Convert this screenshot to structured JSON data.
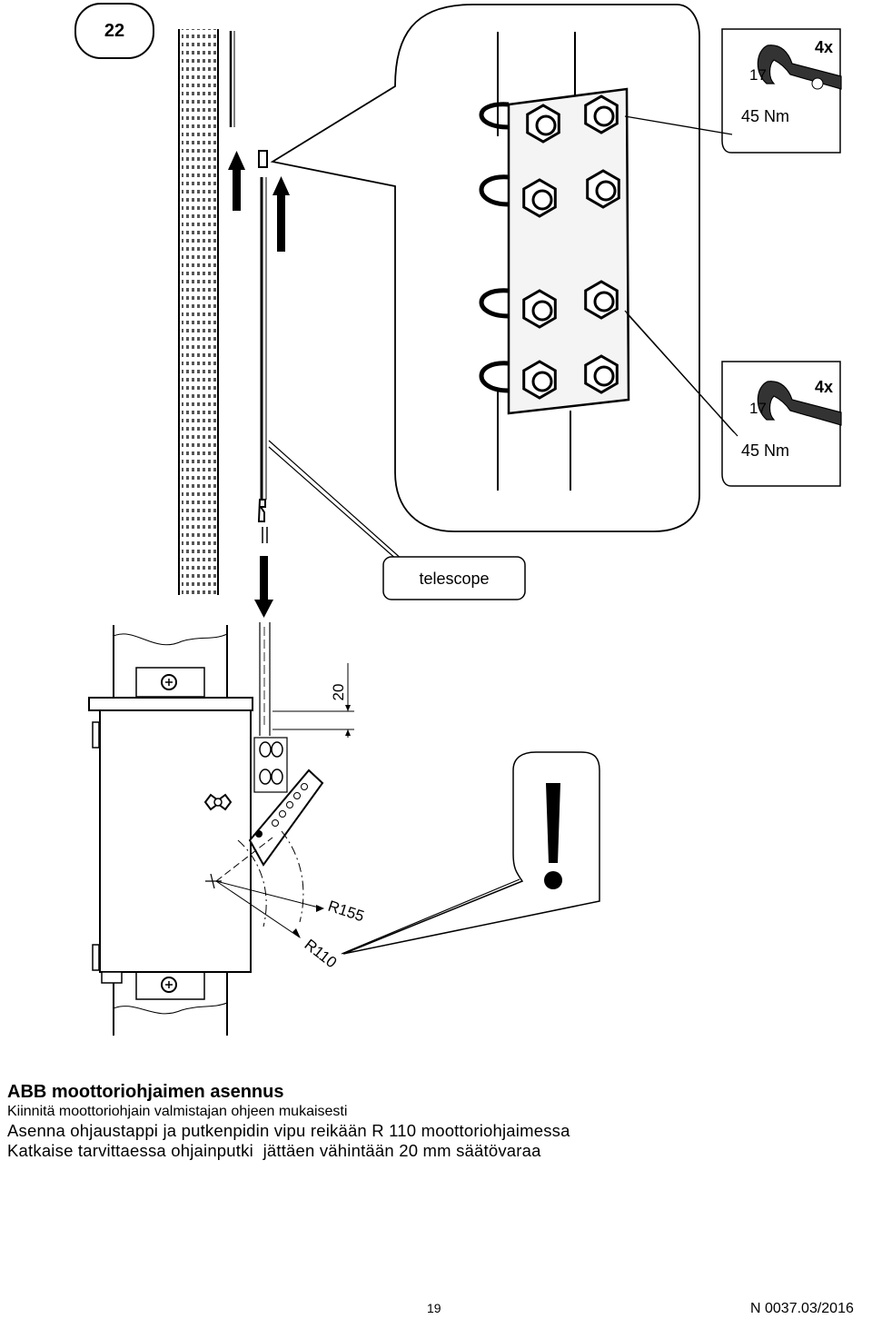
{
  "step": {
    "number": "22"
  },
  "detail": {
    "wrench_top": {
      "size": "17",
      "count": "4x",
      "torque": "45 Nm"
    },
    "wrench_bottom": {
      "size": "17",
      "count": "4x",
      "torque": "45 Nm"
    }
  },
  "callout": {
    "label": "telescope"
  },
  "drawing": {
    "dim_clearance": "20",
    "radius_large": "R155",
    "radius_small": "R110",
    "warning_symbol": "!"
  },
  "instructions": {
    "title": "ABB moottoriohjaimen asennus",
    "lines": [
      "Kiinnitä moottoriohjain valmistajan ohjeen mukaisesti",
      "Asenna ohjaustappi ja putkenpidin vipu reikään R 110 moottoriohjaimessa",
      "Katkaise tarvittaessa ohjainputki  jättäen vähintään 20 mm säätövaraa"
    ]
  },
  "footer": {
    "page_number": "19",
    "doc_code": "N 0037.03/2016"
  },
  "icons": [
    "wrench-icon",
    "warning-icon",
    "arrow-up-icon",
    "arrow-down-icon",
    "bolt-icon"
  ]
}
